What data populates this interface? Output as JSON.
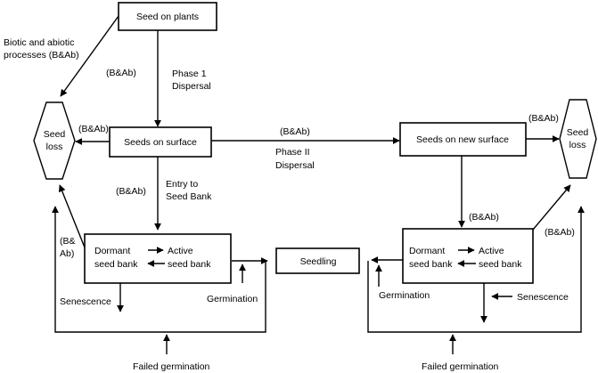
{
  "nodes": {
    "seed_on_plants": "Seed on plants",
    "seeds_on_surface": "Seeds on surface",
    "seeds_on_new_surface": "Seeds on new surface",
    "seedling": "Seedling",
    "seed_loss_left": [
      "Seed",
      "loss"
    ],
    "seed_loss_right": [
      "Seed",
      "loss"
    ],
    "bank_left": {
      "dormant_l1": "Dormant",
      "dormant_l2": "seed bank",
      "active_l1": "Active",
      "active_l2": "seed bank"
    },
    "bank_right": {
      "dormant_l1": "Dormant",
      "dormant_l2": "seed bank",
      "active_l1": "Active",
      "active_l2": "seed bank"
    }
  },
  "labels": {
    "biotic": [
      "Biotic and abiotic",
      "processes (B&Ab)"
    ],
    "bab": "(B&Ab)",
    "bab_split": [
      "(B&",
      "Ab)"
    ],
    "phase1": [
      "Phase 1",
      "Dispersal"
    ],
    "phase2": [
      "Phase II",
      "Dispersal"
    ],
    "entry": [
      "Entry to",
      "Seed Bank"
    ],
    "senescence": "Senescence",
    "germination": "Germination",
    "failed_germination": "Failed germination"
  }
}
